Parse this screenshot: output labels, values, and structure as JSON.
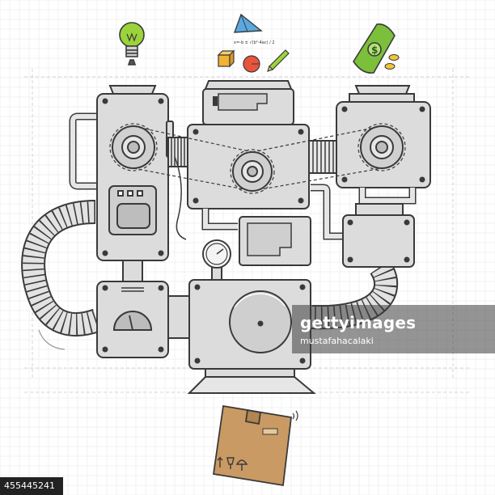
{
  "watermark": {
    "brand": "gettyimages",
    "credit": "mustafahacalaki"
  },
  "image_id": "455445241",
  "formula_text": "x=-b ± √(b²-4ac) / 2a",
  "colors": {
    "background": "#ffffff",
    "grid": "#e6e6e6",
    "machine_fill": "#dcdcdc",
    "machine_dark": "#bdbdbd",
    "outline": "#3a3a3a",
    "bulb": "#9bd33b",
    "triangle": "#5aa8e0",
    "cube": "#f2b233",
    "circle": "#e8543c",
    "cash": "#7bbf3a",
    "coin": "#f0c43c",
    "box": "#c99a63"
  },
  "icons": [
    "lightbulb-icon",
    "triangle-icon",
    "cube-icon",
    "circle-icon",
    "pencil-icon",
    "banknote-icon",
    "coin-icon",
    "cardboard-box-icon",
    "fragile-glass-icon",
    "this-side-up-icon",
    "umbrella-icon"
  ]
}
